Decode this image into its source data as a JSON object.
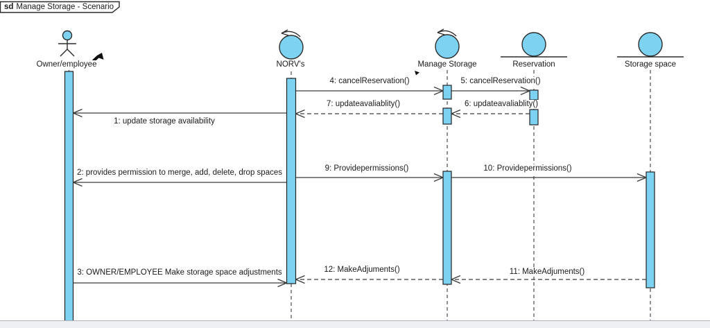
{
  "frame": {
    "keyword": "sd",
    "title": "Manage Storage - Scenario"
  },
  "lifelines": [
    {
      "name": "Owner/employee",
      "icon": "actor"
    },
    {
      "name": "NORV's",
      "icon": "control"
    },
    {
      "name": "Manage Storage",
      "icon": "control"
    },
    {
      "name": "Reservation",
      "icon": "entity"
    },
    {
      "name": "Storage space",
      "icon": "entity"
    }
  ],
  "messages": [
    {
      "label": "1: update storage availability",
      "kind": "solid",
      "from": "NORV's",
      "to": "Owner/employee"
    },
    {
      "label": "2: provides permission to merge, add, delete, drop spaces",
      "kind": "solid",
      "from": "NORV's",
      "to": "Owner/employee"
    },
    {
      "label": "3: OWNER/EMPLOYEE Make storage space adjustments",
      "kind": "solid",
      "from": "Owner/employee",
      "to": "NORV's"
    },
    {
      "label": "4: cancelReservation()",
      "kind": "solid",
      "from": "NORV's",
      "to": "Manage Storage"
    },
    {
      "label": "5: cancelReservation()",
      "kind": "solid",
      "from": "Manage Storage",
      "to": "Reservation"
    },
    {
      "label": "6: updateavaliablity()",
      "kind": "dashed-return",
      "from": "Reservation",
      "to": "Manage Storage"
    },
    {
      "label": "7: updateavaliablity()",
      "kind": "dashed-return",
      "from": "Manage Storage",
      "to": "NORV's"
    },
    {
      "label": "9: Providepermissions()",
      "kind": "solid",
      "from": "NORV's",
      "to": "Manage Storage"
    },
    {
      "label": "10: Providepermissions()",
      "kind": "solid",
      "from": "Manage Storage",
      "to": "Storage space"
    },
    {
      "label": "11: MakeAdjuments()",
      "kind": "dashed-return",
      "from": "Storage space",
      "to": "Manage Storage"
    },
    {
      "label": "12: MakeAdjuments()",
      "kind": "dashed-return",
      "from": "Manage Storage",
      "to": "NORV's"
    }
  ],
  "icons": {
    "cursor": "mouse-cursor"
  },
  "colors": {
    "shape_fill": "#7DD1F1",
    "shape_stroke": "#2b2b2b",
    "message_line": "#3a3a3a",
    "canvas_edge": "#eef0f3"
  }
}
